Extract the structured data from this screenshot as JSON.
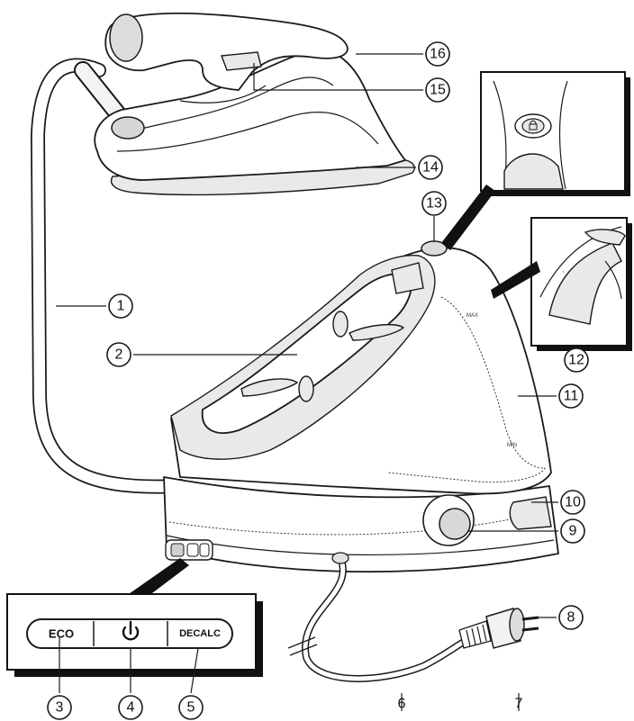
{
  "control_panel": {
    "eco_label": "ECO",
    "power_icon": "power-icon",
    "decalc_label": "DECALC"
  },
  "tank_markings": {
    "max": "MAX",
    "min": "MIN"
  },
  "callouts": [
    {
      "id": "1"
    },
    {
      "id": "2"
    },
    {
      "id": "3"
    },
    {
      "id": "4"
    },
    {
      "id": "5"
    },
    {
      "id": "6"
    },
    {
      "id": "7"
    },
    {
      "id": "8"
    },
    {
      "id": "9"
    },
    {
      "id": "10"
    },
    {
      "id": "11"
    },
    {
      "id": "12"
    },
    {
      "id": "13"
    },
    {
      "id": "14"
    },
    {
      "id": "15"
    },
    {
      "id": "16"
    }
  ],
  "colors": {
    "line": "#1a1a1a",
    "shade": "#e9e9e9",
    "panel_shadow": "#111111"
  }
}
